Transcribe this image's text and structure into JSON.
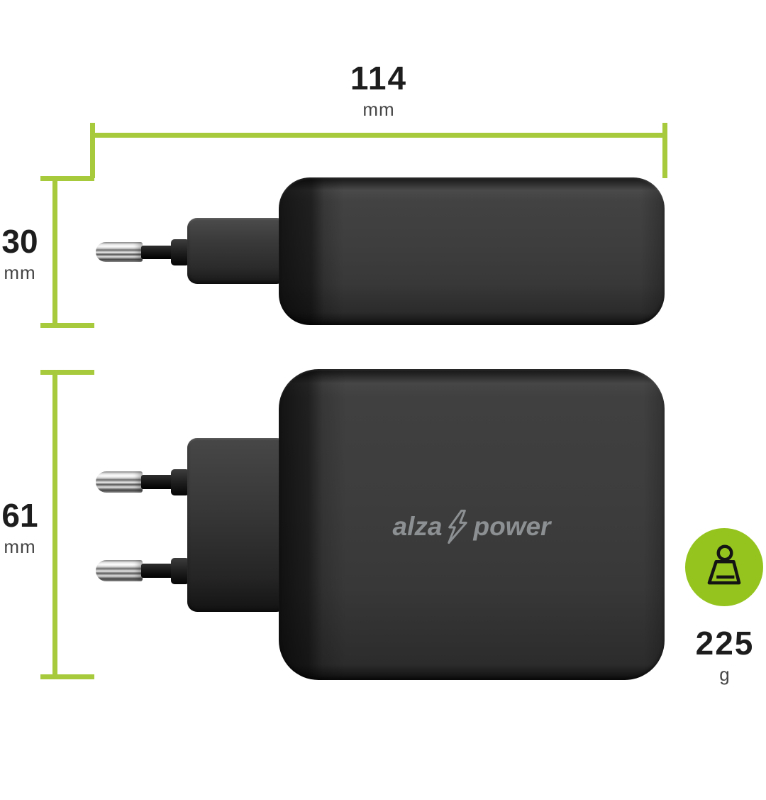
{
  "figure": {
    "type": "product-dimensions-diagram",
    "background": "#ffffff"
  },
  "colors": {
    "dimension_line_green": "#a7ca3c",
    "badge_green": "#95c41f",
    "value_text_black": "#1d1d1d",
    "unit_text_gray": "#454545",
    "logo_gray": "#8d9092",
    "charger_face_gray": "#3d3d3d",
    "charger_edge_black": "#141414",
    "pin_silver": "#e3e3e3"
  },
  "dimensions": {
    "width": {
      "value": "114",
      "unit": "mm"
    },
    "side_height": {
      "value": "30",
      "unit": "mm"
    },
    "front_height": {
      "value": "61",
      "unit": "mm"
    }
  },
  "weight": {
    "value": "225",
    "unit": "g"
  },
  "brand": {
    "left": "alza",
    "right": "power"
  },
  "icons": {
    "logo_separator": "lightning-bolt-icon",
    "weight": "weight-icon"
  }
}
